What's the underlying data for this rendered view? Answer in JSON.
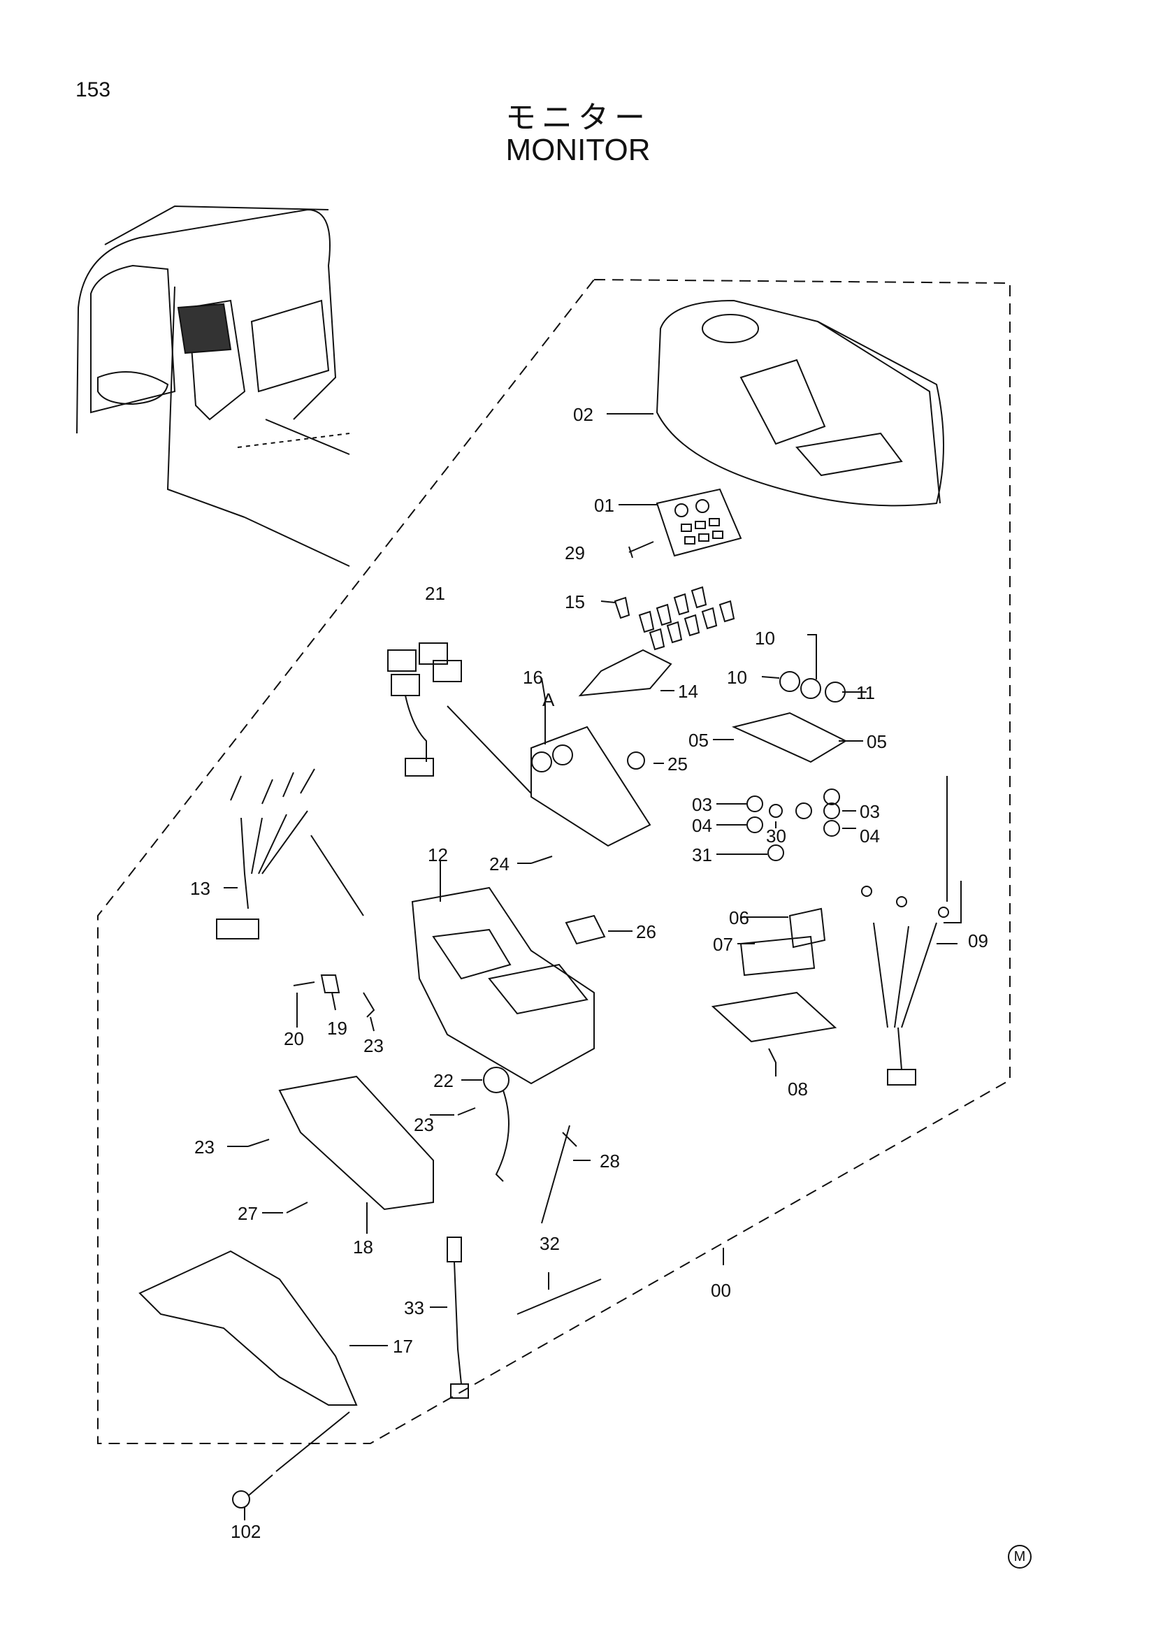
{
  "page_number": "153",
  "title_jp": "モニター",
  "title_en": "MONITOR",
  "corner_mark": "M",
  "callout_A": "A",
  "parts": {
    "p00": "00",
    "p01": "01",
    "p02": "02",
    "p03a": "03",
    "p03b": "03",
    "p04a": "04",
    "p04b": "04",
    "p05a": "05",
    "p05b": "05",
    "p06": "06",
    "p07": "07",
    "p08": "08",
    "p09": "09",
    "p10a": "10",
    "p10b": "10",
    "p11": "11",
    "p12": "12",
    "p13": "13",
    "p14": "14",
    "p15": "15",
    "p16": "16",
    "p17": "17",
    "p18": "18",
    "p19": "19",
    "p20": "20",
    "p21": "21",
    "p22": "22",
    "p23a": "23",
    "p23b": "23",
    "p23c": "23",
    "p24": "24",
    "p25": "25",
    "p26": "26",
    "p27": "27",
    "p28": "28",
    "p29": "29",
    "p30": "30",
    "p31": "31",
    "p32": "32",
    "p33": "33",
    "p102": "102"
  }
}
